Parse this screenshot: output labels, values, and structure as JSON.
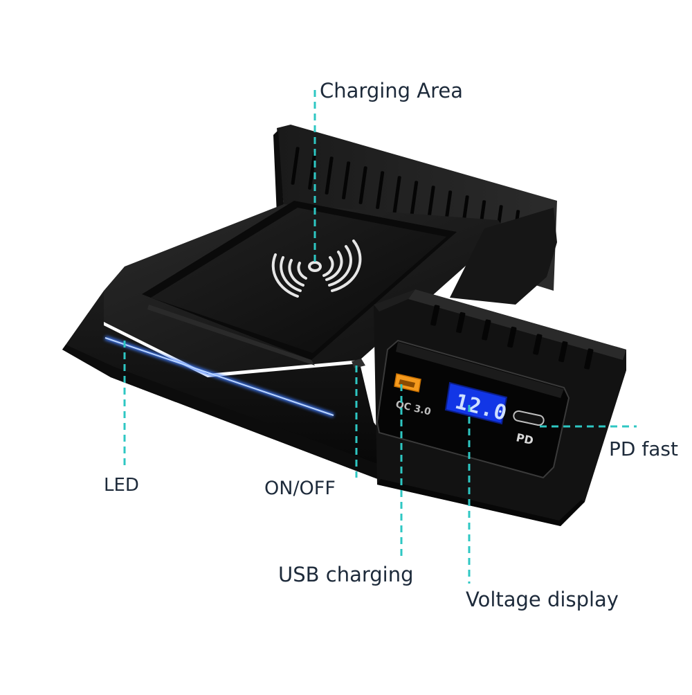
{
  "callouts": {
    "charging_area": "Charging Area",
    "led": "LED",
    "on_off": "ON/OFF",
    "usb_charging": "USB charging",
    "voltage_display": "Voltage display",
    "pd_fast": "PD fast"
  },
  "panel": {
    "usb_port_label": "QC 3.0",
    "voltage_value": "12.0",
    "pd_port_label": "PD"
  },
  "colors": {
    "background": "#ffffff",
    "device_body": "#141414",
    "callout_line": "#2ec7c3",
    "led_strip": "#6fa6ff",
    "display_bg": "#1236e6",
    "usb_port": "#f59a1d",
    "label_text": "#1d2a3a"
  },
  "icons": [
    "wireless-charging-icon"
  ]
}
